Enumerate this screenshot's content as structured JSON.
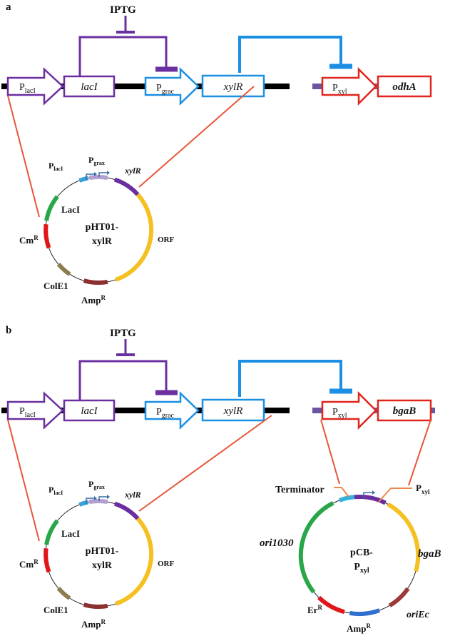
{
  "colors": {
    "purple": "#6b2fa0",
    "blue": "#1a8fe3",
    "red": "#e0261c",
    "orange_line": "#e8553a",
    "terminator_line": "#f0884c",
    "backbone": "#000000",
    "cm": "#e0161a",
    "lacI_seg": "#2aa64a",
    "orf": "#f5c021",
    "amp": "#8b2f2f",
    "cole1": "#8c7d4e",
    "placI_seg": "#3aa0d8",
    "pgrax_seg": "#b39fd0",
    "xylR_seg": "#6a2ea0",
    "erR": "#e0161a",
    "ampB": "#2e6fd0",
    "oriEc": "#9c3a3a",
    "teal": "#34b2dc"
  },
  "panel_a": {
    "letter": "a",
    "inducer": "IPTG",
    "genes": {
      "placI": {
        "main": "P",
        "sub": "lacI"
      },
      "lacI": "lacI",
      "pgrac": {
        "main": "P",
        "sub": "grac"
      },
      "xylR": "xylR",
      "pxyl": {
        "main": "P",
        "sub": "xyl"
      },
      "target": "odhA"
    },
    "plasmid": {
      "name_line1": "pHT01-",
      "name_line2": "xylR",
      "labels": {
        "placI": {
          "main": "P",
          "sub": "lacI"
        },
        "pgrax": {
          "main": "P",
          "sub": "grax"
        },
        "xylR": "xylR",
        "lacI": "LacI",
        "cm": {
          "main": "Cm",
          "sup": "R"
        },
        "orf": "ORF",
        "cole1": "ColE1",
        "amp": {
          "main": "Amp",
          "sup": "R"
        }
      }
    }
  },
  "panel_b": {
    "letter": "b",
    "inducer": "IPTG",
    "genes": {
      "placI": {
        "main": "P",
        "sub": "lacI"
      },
      "lacI": "lacI",
      "pgrac": {
        "main": "P",
        "sub": "grac"
      },
      "xylR": "xylR",
      "pxyl": {
        "main": "P",
        "sub": "xyl"
      },
      "target": "bgaB"
    },
    "plasmid1": {
      "name_line1": "pHT01-",
      "name_line2": "xylR",
      "labels": {
        "placI": {
          "main": "P",
          "sub": "lacI"
        },
        "pgrax": {
          "main": "P",
          "sub": "grax"
        },
        "xylR": "xylR",
        "lacI": "LacI",
        "cm": {
          "main": "Cm",
          "sup": "R"
        },
        "orf": "ORF",
        "cole1": "ColE1",
        "amp": {
          "main": "Amp",
          "sup": "R"
        }
      }
    },
    "plasmid2": {
      "name_line1": "pCB-",
      "name_line2": {
        "main": "P",
        "sub": "xyl"
      },
      "labels": {
        "terminator": "Terminator",
        "pxyl": {
          "main": "P",
          "sub": "xyl"
        },
        "ori1030": "ori1030",
        "bgaB": "bgaB",
        "er": {
          "main": "Er",
          "sup": "R"
        },
        "oriEc": "oriEc",
        "amp": {
          "main": "Amp",
          "sup": "R"
        }
      }
    }
  }
}
